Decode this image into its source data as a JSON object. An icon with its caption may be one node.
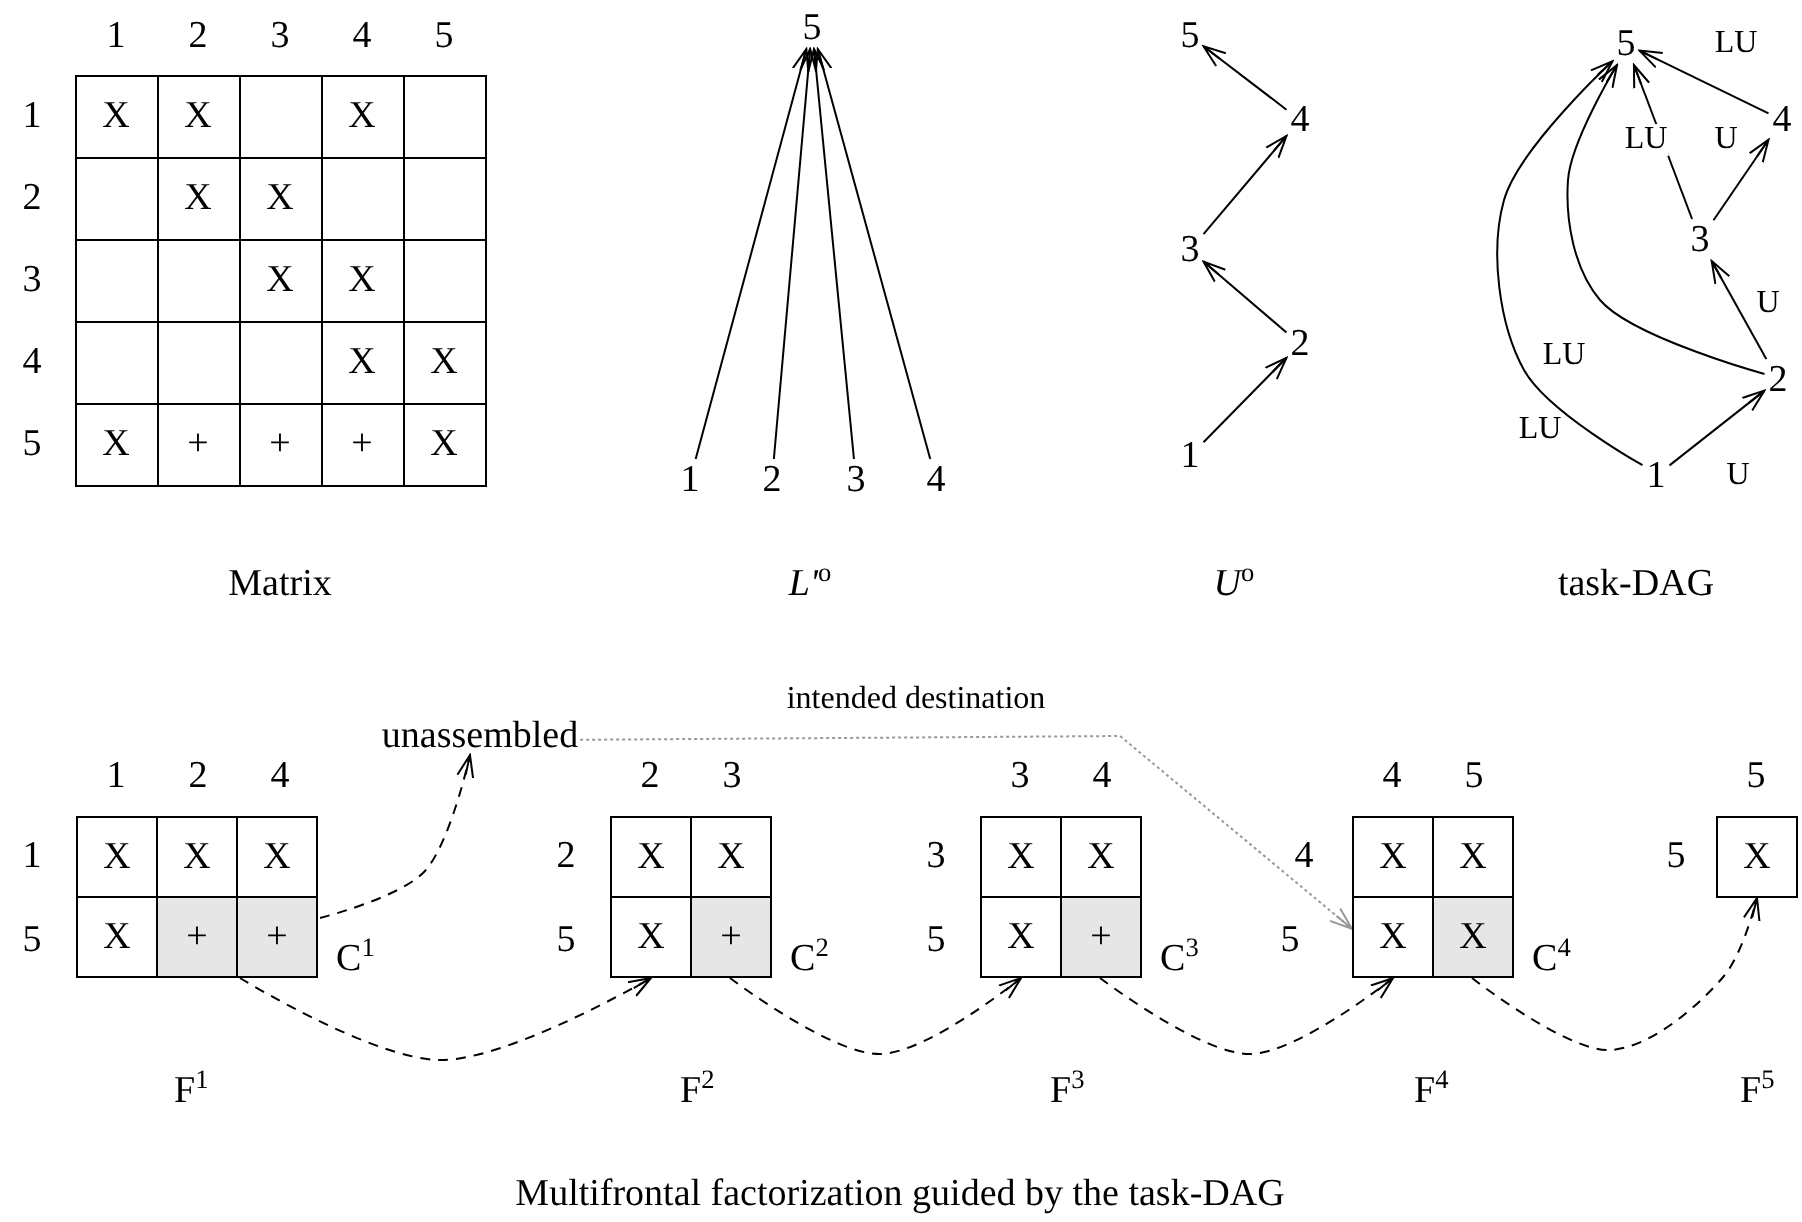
{
  "diagram": {
    "caption": "Multifrontal factorization guided by the task-DAG",
    "nodes": [
      {
        "text": [
          "5"
        ]
      },
      {
        "text": [
          "1"
        ]
      },
      {
        "text": [
          "2"
        ]
      },
      {
        "text": [
          "3"
        ]
      },
      {
        "text": [
          "4"
        ]
      },
      {
        "text": [
          "5"
        ]
      },
      {
        "text": [
          "4"
        ]
      },
      {
        "text": [
          "3"
        ]
      },
      {
        "text": [
          "2"
        ]
      },
      {
        "text": [
          "1"
        ]
      },
      {
        "text": [
          "5"
        ]
      },
      {
        "text": [
          "4"
        ]
      },
      {
        "text": [
          "3"
        ]
      },
      {
        "text": [
          "2"
        ]
      },
      {
        "text": [
          "1"
        ]
      },
      {
        "text": [
          "unassembled"
        ]
      },
      {
        "text": [
          "F$^{1}$"
        ]
      },
      {
        "text": [
          "X"
        ],
        "in": 16
      },
      {
        "text": [
          "X"
        ],
        "in": 16
      },
      {
        "text": [
          "X"
        ],
        "in": 16
      },
      {
        "text": [
          "X"
        ],
        "in": 16
      },
      {
        "text": [
          "C$^{1}$"
        ],
        "in": 16
      },
      {
        "text": [
          "+"
        ],
        "in": 21
      },
      {
        "text": [
          "+"
        ],
        "in": 21
      },
      {
        "text": [
          "F$^{2}$"
        ]
      },
      {
        "text": [
          "X"
        ],
        "in": 24
      },
      {
        "text": [
          "X"
        ],
        "in": 24
      },
      {
        "text": [
          "X"
        ],
        "in": 24
      },
      {
        "text": [
          "C$^{2}$"
        ],
        "in": 24
      },
      {
        "text": [
          "+"
        ],
        "in": 28
      },
      {
        "text": [
          "F$^{3}$"
        ]
      },
      {
        "text": [
          "X"
        ],
        "in": 30
      },
      {
        "text": [
          "X"
        ],
        "in": 30
      },
      {
        "text": [
          "X"
        ],
        "in": 30
      },
      {
        "text": [
          "C$^{3}$"
        ],
        "in": 30
      },
      {
        "text": [
          "+"
        ],
        "in": 34
      },
      {
        "text": [
          "F$^{4}$"
        ]
      },
      {
        "text": [
          "X"
        ],
        "in": 36
      },
      {
        "text": [
          "X"
        ],
        "in": 36
      },
      {
        "text": [
          "X"
        ],
        "in": 36
      },
      {
        "text": [
          "C$^{4}$"
        ],
        "in": 36
      },
      {
        "text": [
          "X"
        ],
        "in": 40
      },
      {
        "text": [
          "F$^{5}$"
        ]
      },
      {
        "text": [
          "X"
        ],
        "in": 42
      }
    ],
    "edges": [
      {
        "from": 1,
        "to": 0,
        "arrow": "to"
      },
      {
        "from": 2,
        "to": 0,
        "arrow": "to"
      },
      {
        "from": 3,
        "to": 0,
        "arrow": "to"
      },
      {
        "from": 4,
        "to": 0,
        "arrow": "to"
      },
      {
        "from": 9,
        "to": 8,
        "arrow": "to"
      },
      {
        "from": 8,
        "to": 7,
        "arrow": "to"
      },
      {
        "from": 7,
        "to": 6,
        "arrow": "to"
      },
      {
        "from": 6,
        "to": 5,
        "arrow": "to"
      },
      {
        "from": 11,
        "to": 10,
        "arrow": "to",
        "label": "LU"
      },
      {
        "from": 12,
        "to": 10,
        "arrow": "to",
        "label": "LU"
      },
      {
        "from": 12,
        "to": 11,
        "arrow": "to",
        "label": "U"
      },
      {
        "from": 13,
        "to": 12,
        "arrow": "to",
        "label": "U"
      },
      {
        "from": 13,
        "to": 10,
        "arrow": "to",
        "label": "LU"
      },
      {
        "from": 14,
        "to": 10,
        "arrow": "to",
        "label": "LU"
      },
      {
        "from": 14,
        "to": 13,
        "arrow": "to",
        "label": "U"
      },
      {
        "from": 21,
        "to": 15,
        "arrow": "to",
        "style": "dashed"
      },
      {
        "from": 21,
        "to": 27,
        "arrow": "to",
        "style": "dashed"
      },
      {
        "from": 28,
        "to": 33,
        "arrow": "to",
        "style": "dashed"
      },
      {
        "from": 34,
        "to": 39,
        "arrow": "to",
        "style": "dashed"
      },
      {
        "from": 40,
        "to": 43,
        "arrow": "to",
        "style": "dashed"
      },
      {
        "from": 15,
        "to": 39,
        "arrow": "to",
        "style": "dashed",
        "color": "#999999",
        "label": "intended destination"
      }
    ],
    "labels": [
      "1",
      "2",
      "3",
      "4",
      "5",
      "1",
      "X",
      "X",
      "X",
      "2",
      "X",
      "X",
      "3",
      "X",
      "X",
      "4",
      "X",
      "X",
      "5",
      "X",
      "+",
      "+",
      "+",
      "X",
      "Matrix",
      "*L'*$^{o}$",
      "*U*$^{o}$",
      "task-DAG",
      "1",
      "2",
      "4",
      "1",
      "5",
      "2",
      "3",
      "2",
      "5",
      "3",
      "4",
      "3",
      "5",
      "4",
      "5",
      "4",
      "5",
      "5",
      "5"
    ]
  }
}
